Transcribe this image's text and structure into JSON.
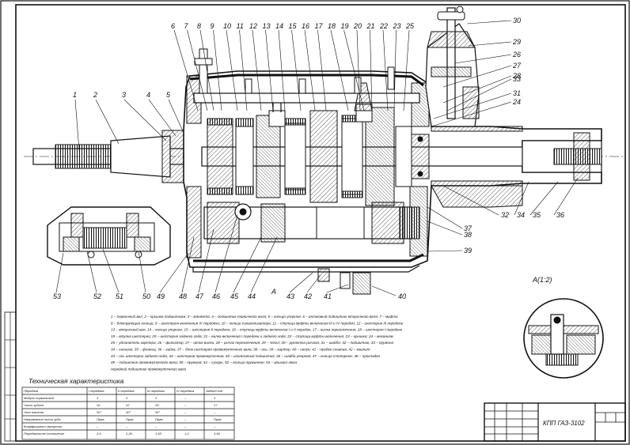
{
  "drawing": {
    "stamp_title": "КПП ГАЗ-3102",
    "view_label": "А(1:2)",
    "section_mark": "А",
    "spec_title": "Техническая характеристика",
    "callouts_top": [
      "6",
      "7",
      "8",
      "9",
      "10",
      "11",
      "12",
      "13",
      "14",
      "15",
      "16",
      "17",
      "18",
      "19",
      "20",
      "21",
      "22",
      "23",
      "25"
    ],
    "callouts_left": [
      "1",
      "2",
      "3",
      "4",
      "5"
    ],
    "callouts_right": [
      "30",
      "29",
      "26",
      "27",
      "28",
      "33",
      "31",
      "24"
    ],
    "callouts_bottom_right": [
      "32",
      "34",
      "35",
      "36",
      "37",
      "38",
      "39",
      "40"
    ],
    "callouts_bottom": [
      "53",
      "52",
      "51",
      "50",
      "49",
      "48",
      "47",
      "46",
      "45",
      "44",
      "43",
      "42",
      "41"
    ],
    "legend_lines": [
      "1 – первичный вал; 2 – крышка подшипника; 3 – манжета; 4 – подшипник первичного вала; 5 – кольцо упорное; 6 – роликовый подшипник вторичного вала; 7 – муфта",
      "8 – блокирующее кольцо; 9 – шестерня включения IV передачи; 10 – кольцо синхронизатора; 11 – ступица муфты включения III и IV передач; 12 – шестерня III передачи",
      "13 – вторичный вал; 14 – кольцо упорное; 15 – шестерня II передачи; 16 – ступица муфты включения I и II передач; 17 – вилка переключения; 18 – шестерня I передачи",
      "19 – втулка шестерни; 20 – шестерня заднего хода; 21 – вилка включения I передачи и заднего хода; 22 – ступица муфты включения; 23 – крышка; 24 – механизм",
      "25 – удлинитель картера; 26 – фиксатор; 27 – шток вилки; 28 – рычаг переключения; 29 – чехол; 30 – рукоятка рычага; 31 – шайба; 32 – подшипник; 33 – пружина",
      "34 – сальник; 35 – фланец; 36 – гайка; 37 – блок шестерён промежуточного вала; 38 – ось; 39 – картер; 40 – сапун; 41 – пробка сливная; 42 – магнит",
      "43 – ось шестерни заднего хода; 44 – шестерня промежуточная; 45 – игольчатый подшипник; 46 – шайба упорная; 47 – кольцо стопорное; 48 – прокладка",
      "49 – подшипник промежуточного вала; 50 – пружина; 51 – сухарь; 52 – кольцо пружинное; 53 – крышка люка",
      "передний подшипник промежуточного вала"
    ],
    "spec_table": {
      "headers": [
        "Передача",
        "I передача",
        "II передача",
        "III передача",
        "IV передача",
        "Задний ход"
      ],
      "rows": [
        [
          "Модуль нормальный",
          "3",
          "3",
          "3",
          "–",
          "3"
        ],
        [
          "Число зубьев",
          "16",
          "22",
          "29",
          "–",
          "17"
        ],
        [
          "Угол наклона",
          "30°",
          "30°",
          "30°",
          "–",
          "–"
        ],
        [
          "Направление линии зуба",
          "Прав.",
          "Прав.",
          "Прав.",
          "–",
          "Прав."
        ],
        [
          "Коэффициент смещения",
          "–",
          "–",
          "–",
          "–",
          "–"
        ],
        [
          "Передаточное отношение",
          "3,5",
          "2,26",
          "1,45",
          "1,0",
          "3,54"
        ]
      ]
    },
    "colors": {
      "ink": "#111111",
      "paper": "#ffffff",
      "hatch": "#444444"
    }
  }
}
